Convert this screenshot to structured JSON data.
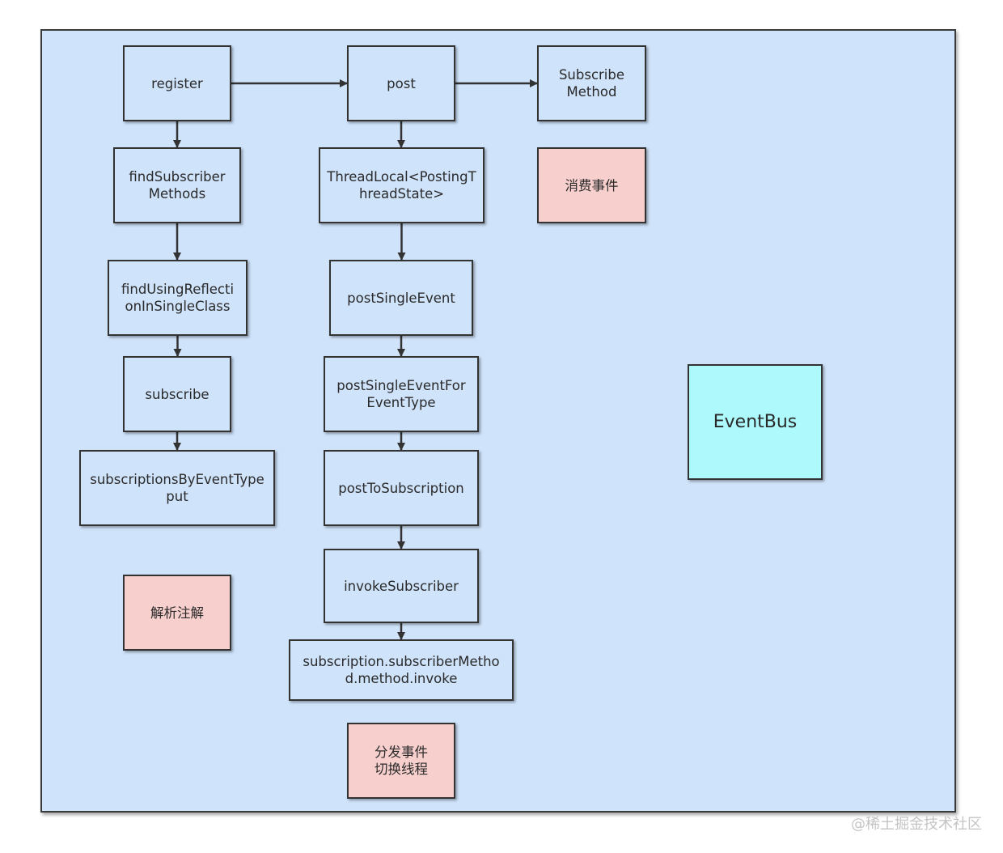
{
  "nodes": {
    "register": "register",
    "post": "post",
    "subscribe_method": "Subscribe Method",
    "find_subscriber_methods": "findSubscriber Methods",
    "thread_local": "ThreadLocal<PostingT hreadState>",
    "consume_event": "消费事件",
    "find_using_reflection": "findUsingReflecti onInSingleClass",
    "post_single_event": "postSingleEvent",
    "subscribe": "subscribe",
    "post_single_event_for_event_type": "postSingleEventFor EventType",
    "subscriptions_put": "subscriptionsByEventType put",
    "post_to_subscription": "postToSubscription",
    "parse_annotation": "解析注解",
    "invoke_subscriber": "invokeSubscriber",
    "method_invoke": "subscription.subscriberMetho d.method.invoke",
    "dispatch_event": "分发事件 切换线程",
    "eventbus": "EventBus"
  },
  "colors": {
    "frame_background": "#cfe3fb",
    "note_fill": "#f7cfcd",
    "eventbus_fill": "#adf9fc",
    "stroke": "#333333"
  },
  "watermark": "@稀土掘金技术社区"
}
